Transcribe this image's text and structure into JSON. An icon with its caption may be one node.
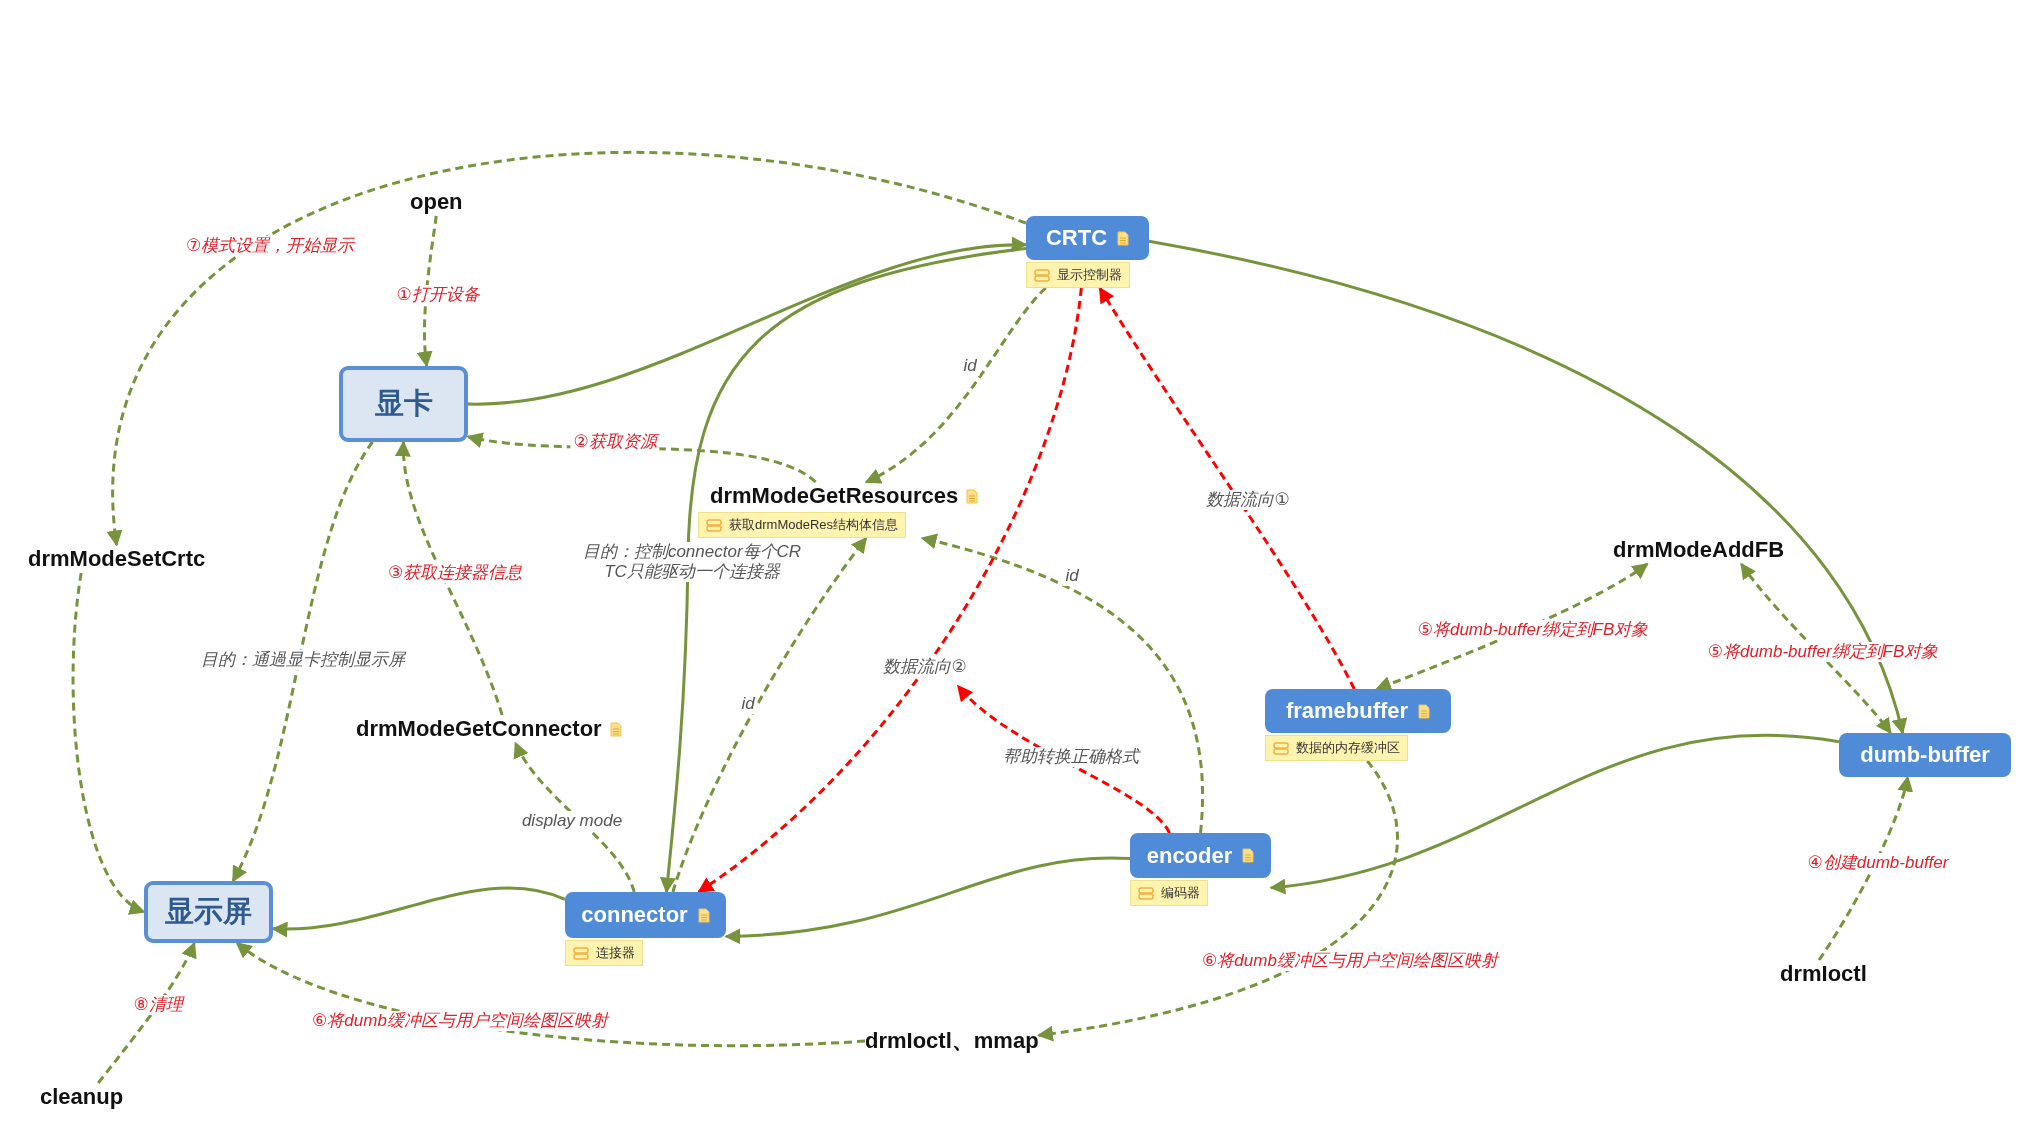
{
  "diagram": {
    "nodes": [
      {
        "text": [
          "open"
        ]
      },
      {
        "text": [
          "显卡"
        ]
      },
      {
        "text": [
          "CRTC"
        ],
        "beside": [
          "显示控制器"
        ]
      },
      {
        "text": [
          "drmModeGetResources",
          "获取drmModeRes结构体信息"
        ]
      },
      {
        "text": [
          "drmModeSetCrtc"
        ]
      },
      {
        "text": [
          "drmModeGetConnector"
        ]
      },
      {
        "text": [
          "显示屏"
        ]
      },
      {
        "text": [
          "connector"
        ],
        "beside": [
          "连接器"
        ]
      },
      {
        "text": [
          "encoder"
        ],
        "beside": [
          "编码器"
        ]
      },
      {
        "text": [
          "framebuffer"
        ],
        "beside": [
          "数据的内存缓冲区"
        ]
      },
      {
        "text": [
          "dumb-buffer"
        ]
      },
      {
        "text": [
          "drmModeAddFB"
        ]
      },
      {
        "text": [
          "drmIoctl"
        ]
      },
      {
        "text": [
          "drmIoctl、mmap"
        ]
      },
      {
        "text": [
          "cleanup"
        ]
      }
    ],
    "edges": [
      {
        "from": 0,
        "to": 1,
        "arrow": "to",
        "style": "dashed",
        "label": "①打开设备"
      },
      {
        "from": 1,
        "to": 2,
        "arrow": "to"
      },
      {
        "from": 2,
        "to": 4,
        "arrow": "to",
        "style": "dashed",
        "label": "⑦模式设置，开始显示"
      },
      {
        "from": 4,
        "to": 6,
        "arrow": "to",
        "style": "dashed"
      },
      {
        "from": 1,
        "to": 6,
        "arrow": "to",
        "style": "dashed",
        "label": "目的：通過显卡控制显示屏"
      },
      {
        "from": 3,
        "to": 1,
        "arrow": "to",
        "style": "dashed",
        "label": "②获取资源"
      },
      {
        "from": 5,
        "to": 1,
        "arrow": "to",
        "style": "dashed",
        "label": "③获取连接器信息"
      },
      {
        "from": 2,
        "to": 3,
        "arrow": "to",
        "style": "dashed",
        "label": "id"
      },
      {
        "from": 2,
        "to": 7,
        "arrow": "to",
        "label": "目的：控制connector每个CRTC只能驱动一个连接器"
      },
      {
        "from": 7,
        "to": 3,
        "arrow": "to",
        "style": "dashed",
        "label": "id"
      },
      {
        "from": 8,
        "to": 3,
        "arrow": "to",
        "style": "dashed",
        "label": "id"
      },
      {
        "from": 7,
        "to": 5,
        "arrow": "to",
        "style": "dashed",
        "label": "display mode"
      },
      {
        "from": 7,
        "to": 6,
        "arrow": "to"
      },
      {
        "from": 8,
        "to": 7,
        "arrow": "to"
      },
      {
        "from": 10,
        "to": 8,
        "arrow": "to"
      },
      {
        "from": 2,
        "to": 10,
        "arrow": "to"
      },
      {
        "from": 9,
        "to": 2,
        "arrow": "to",
        "style": "dashed",
        "color": "#ff0000",
        "label": "数据流向①"
      },
      {
        "from": 2,
        "to": 7,
        "arrow": "to",
        "style": "dashed",
        "color": "#ff0000",
        "label": "数据流向②"
      },
      {
        "from": 8,
        "to": null,
        "arrow": "to",
        "style": "dashed",
        "color": "#ff0000",
        "label": "帮助转换正确格式"
      },
      {
        "from": 11,
        "to": 9,
        "arrow": "both",
        "style": "dashed",
        "label": "⑤将dumb-buffer绑定到FB对象"
      },
      {
        "from": 11,
        "to": 10,
        "arrow": "both",
        "style": "dashed",
        "label": "⑤将dumb-buffer绑定到FB对象"
      },
      {
        "from": 12,
        "to": 10,
        "arrow": "to",
        "style": "dashed",
        "label": "④创建dumb-buffer"
      },
      {
        "from": 13,
        "to": 6,
        "arrow": "to",
        "style": "dashed",
        "label": "⑥将dumb缓冲区与用户空间绘图区映射"
      },
      {
        "from": 9,
        "to": 13,
        "arrow": "to",
        "style": "dashed",
        "label": "⑥将dumb缓冲区与用户空间绘图区映射"
      },
      {
        "from": 14,
        "to": 6,
        "arrow": "to",
        "style": "dashed",
        "label": "⑧清理"
      }
    ]
  }
}
